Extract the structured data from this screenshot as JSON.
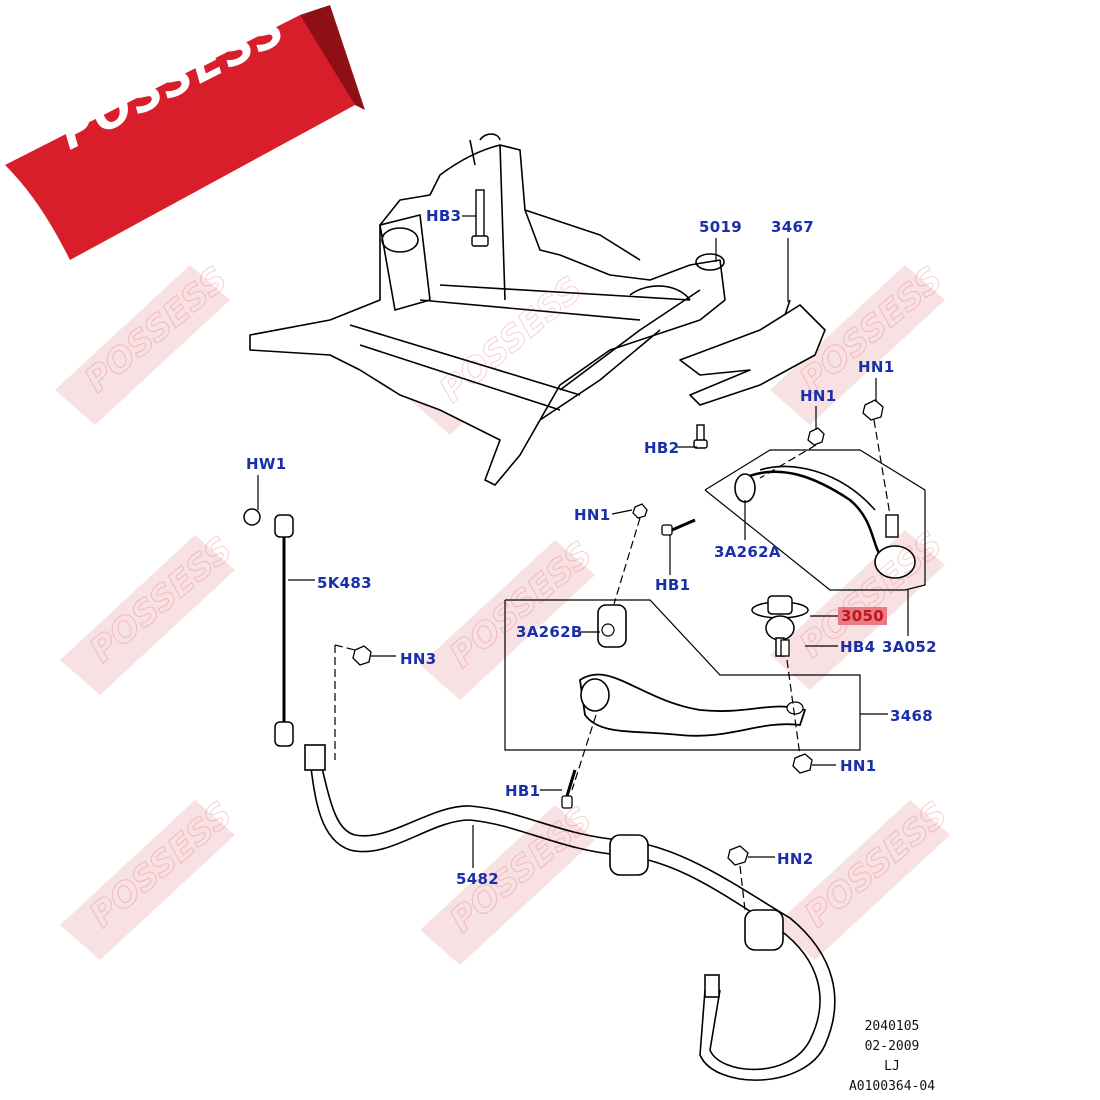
{
  "brand": {
    "name": "POSSESS",
    "color": "#d81e2a"
  },
  "labels": {
    "HB3": "HB3",
    "n5019": "5019",
    "n3467": "3467",
    "HN1_a": "HN1",
    "HN1_b": "HN1",
    "HB2": "HB2",
    "HW1": "HW1",
    "HN1_c": "HN1",
    "HB1_a": "HB1",
    "n3A262A": "3A262A",
    "n5K483": "5K483",
    "n3A262B": "3A262B",
    "n3050": "3050",
    "HB4": "HB4",
    "n3A052": "3A052",
    "HN3": "HN3",
    "n3468": "3468",
    "HN1_d": "HN1",
    "HB1_b": "HB1",
    "HN2": "HN2",
    "n5482": "5482"
  },
  "footer": {
    "line1": "2040105",
    "line2": "02-2009",
    "line3": "LJ",
    "line4": "A0100364-04"
  },
  "colors": {
    "label": "#1a2fa8",
    "highlight": "#e77a82",
    "line": "#000000"
  }
}
